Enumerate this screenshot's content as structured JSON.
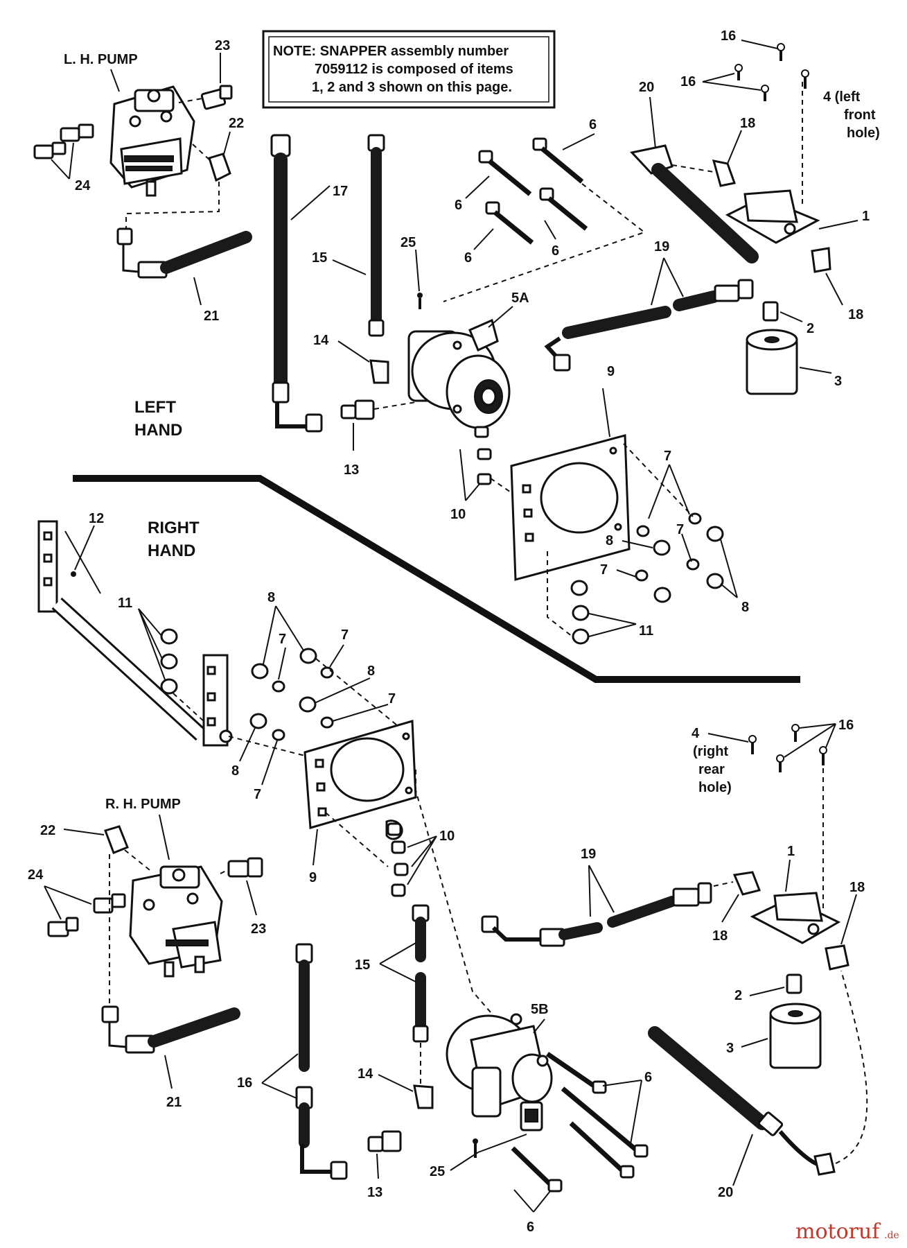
{
  "note": {
    "line1": "NOTE: SNAPPER assembly number",
    "line2": "7059112 is composed of items",
    "line3": "1, 2 and 3 shown on this page."
  },
  "captions": {
    "lh_pump": "L. H. PUMP",
    "rh_pump": "R. H. PUMP",
    "left_hand_1": "LEFT",
    "left_hand_2": "HAND",
    "right_hand_1": "RIGHT",
    "right_hand_2": "HAND",
    "left_front_1": "4 (left",
    "left_front_2": "front",
    "left_front_3": "hole)",
    "right_rear_0": "4",
    "right_rear_1": "(right",
    "right_rear_2": "rear",
    "right_rear_3": "hole)"
  },
  "callouts": {
    "c1": "1",
    "c2": "2",
    "c3": "3",
    "c5a": "5A",
    "c5b": "5B",
    "c6": "6",
    "c7": "7",
    "c8": "8",
    "c9": "9",
    "c10": "10",
    "c11": "11",
    "c12": "12",
    "c13": "13",
    "c14": "14",
    "c15": "15",
    "c16": "16",
    "c17": "17",
    "c18": "18",
    "c19": "19",
    "c20": "20",
    "c21": "21",
    "c22": "22",
    "c23": "23",
    "c24": "24",
    "c25": "25"
  },
  "watermark": {
    "brand": "motoruf",
    "suffix": ".de"
  }
}
